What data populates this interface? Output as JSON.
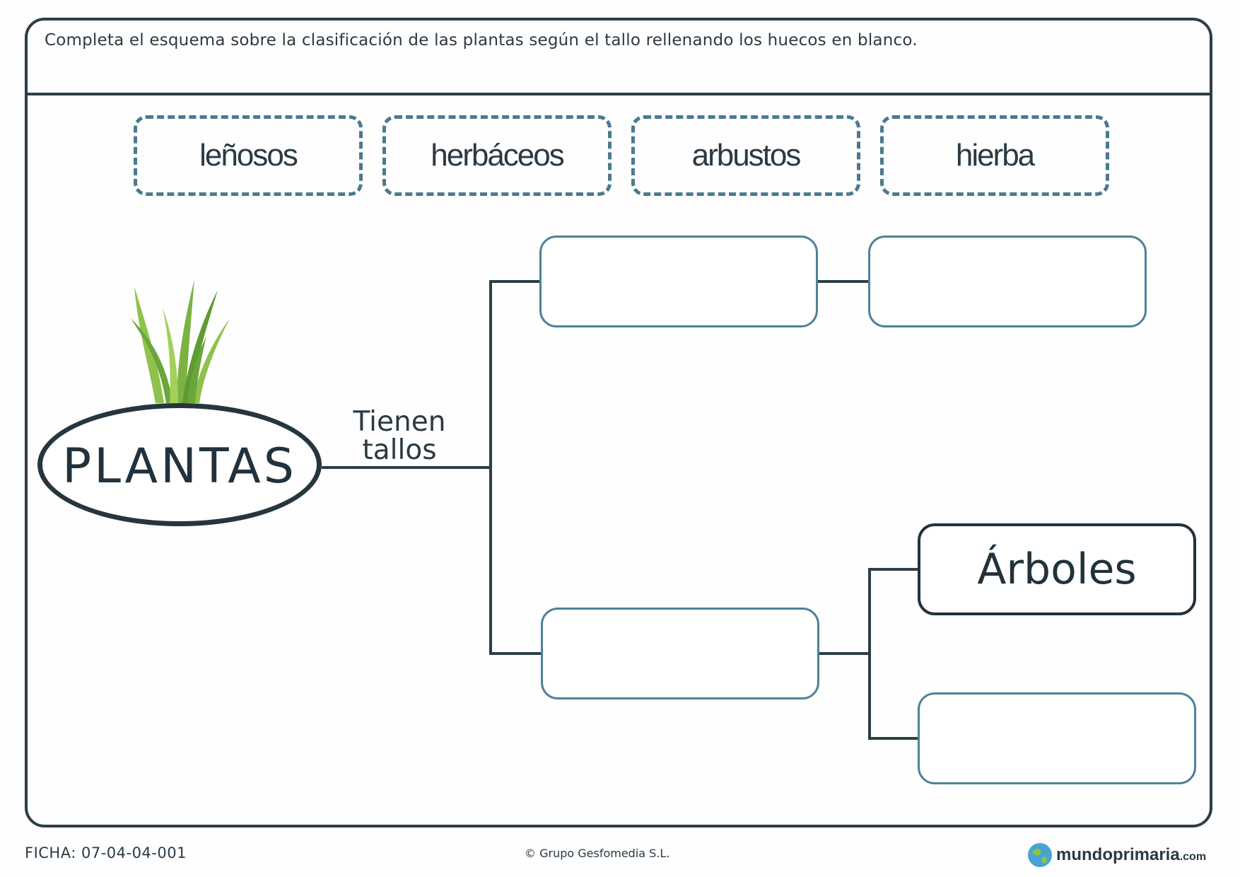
{
  "instruction": "Completa el esquema sobre la clasificación de las plantas según el tallo rellenando los huecos en blanco.",
  "word_bank": [
    "leñosos",
    "herbáceos",
    "arbustos",
    "hierba"
  ],
  "diagram": {
    "root": "PLANTAS",
    "branch_label_line1": "Tienen",
    "branch_label_line2": "tallos",
    "given_answer": "Árboles"
  },
  "footer": {
    "code": "FICHA: 07-04-04-001",
    "copyright": "© Grupo Gesfomedia S.L.",
    "brand_main": "mundoprimaria",
    "brand_suffix": ".com"
  },
  "colors": {
    "frame": "#2c3e46",
    "dashed_border": "#4a7a8f",
    "answer_border": "#4e8299",
    "plant_green": "#7bb342"
  }
}
